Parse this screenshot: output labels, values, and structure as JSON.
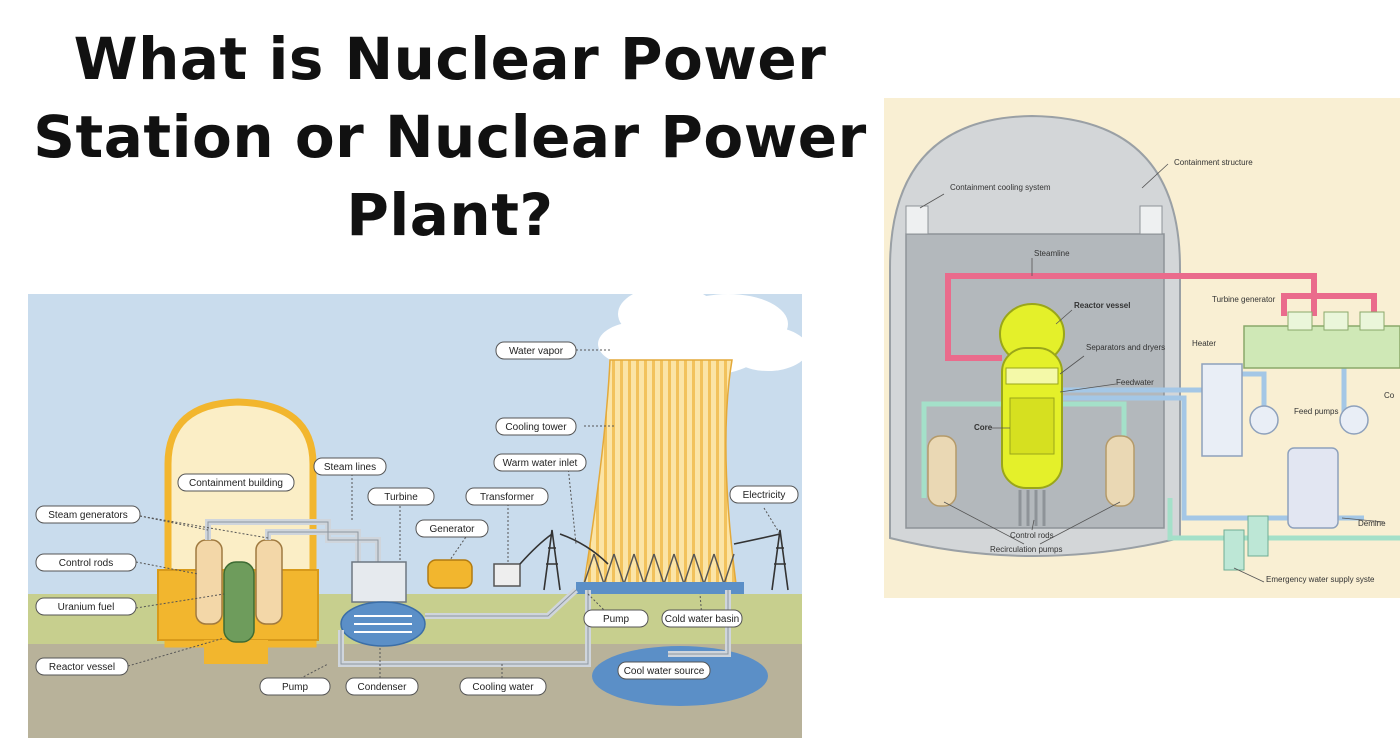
{
  "title": {
    "line1": "What is Nuclear Power",
    "line2": "Station or Nuclear Power",
    "line3": "Plant?"
  },
  "left_diagram": {
    "labels": {
      "water_vapor": "Water vapor",
      "cooling_tower": "Cooling tower",
      "warm_water_inlet": "Warm water inlet",
      "steam_lines": "Steam lines",
      "containment_building": "Containment building",
      "turbine": "Turbine",
      "transformer": "Transformer",
      "electricity": "Electricity",
      "generator": "Generator",
      "steam_generators": "Steam generators",
      "control_rods": "Control rods",
      "uranium_fuel": "Uranium fuel",
      "reactor_vessel": "Reactor vessel",
      "pump_left": "Pump",
      "condenser": "Condenser",
      "cooling_water": "Cooling water",
      "pump_right": "Pump",
      "cold_water_basin": "Cold water basin",
      "cool_water_source": "Cool water source"
    },
    "colors": {
      "sky": "#c9dced",
      "ground": "#c7cf8e",
      "soil": "#b8b29a",
      "building": "#f2b62e",
      "tower": "#f7d98c",
      "water": "#5b8fc7",
      "pipe": "#cfd5dc"
    }
  },
  "right_diagram": {
    "labels": {
      "containment_structure": "Containment structure",
      "containment_cooling_system": "Containment cooling system",
      "steamline": "Steamline",
      "reactor_vessel": "Reactor vessel",
      "separators": "Separators and dryers",
      "feedwater": "Feedwater",
      "turbine_generator": "Turbine generator",
      "heater": "Heater",
      "feed_pumps": "Feed pumps",
      "core": "Core",
      "control_rods": "Control rods",
      "recirculation_pumps": "Recirculation pumps",
      "demineralizer": "Demine",
      "emergency_water": "Emergency water supply syste",
      "co_cut": "Co"
    },
    "colors": {
      "background": "#f9efd3",
      "containment": "#d3d6d8",
      "steam": "#ea6b8c",
      "core": "#e4f02a",
      "feedwater": "#a4c7e6",
      "coolant": "#a4e0c9",
      "pump": "#ead8b4"
    }
  }
}
